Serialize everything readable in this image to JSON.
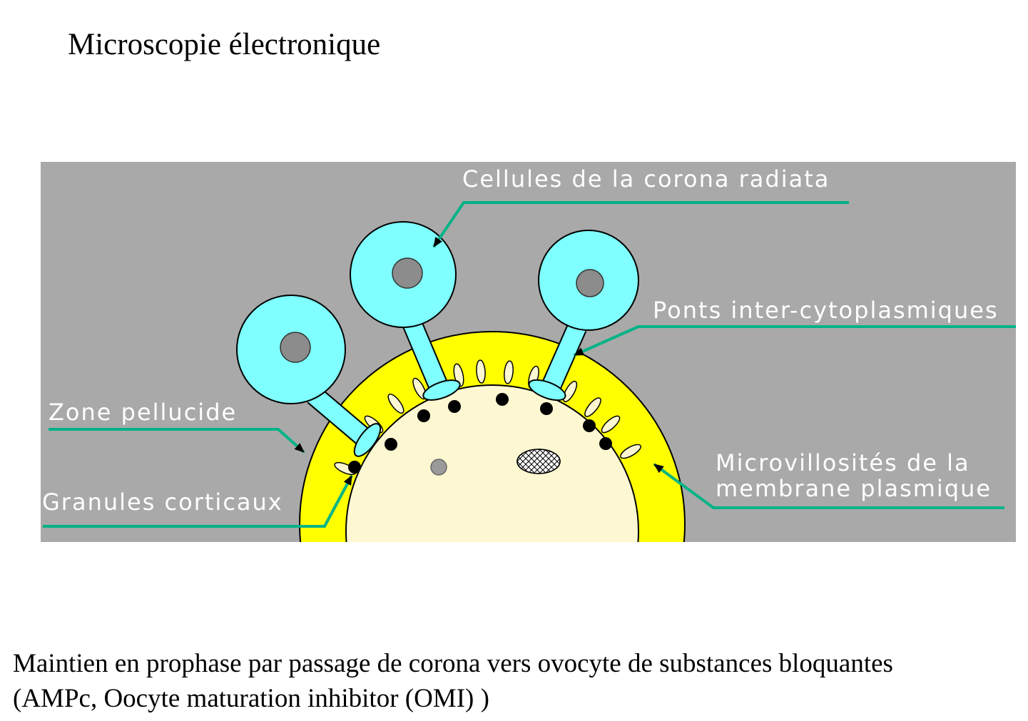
{
  "title": "Microscopie électronique",
  "diagram": {
    "labels": {
      "corona": "Cellules de la corona radiata",
      "ponts": "Ponts inter-cytoplasmiques",
      "zone": "Zone pellucide",
      "granules": "Granules corticaux",
      "micro_line1": "Microvillosités de la",
      "micro_line2": "membrane plasmique"
    },
    "colors": {
      "background": "#a9a9a9",
      "zona_pellucida": "#ffff00",
      "ooplasm": "#fdf8d2",
      "corona_cell": "#7fffff",
      "nucleus": "#8c8c8c",
      "leader": "#00b386",
      "label_text": "#ffffff",
      "granule": "#000000"
    }
  },
  "caption": {
    "line1": "Maintien en prophase par passage de corona vers ovocyte de substances bloquantes",
    "line2": "(AMPc, Oocyte maturation inhibitor (OMI) )"
  }
}
